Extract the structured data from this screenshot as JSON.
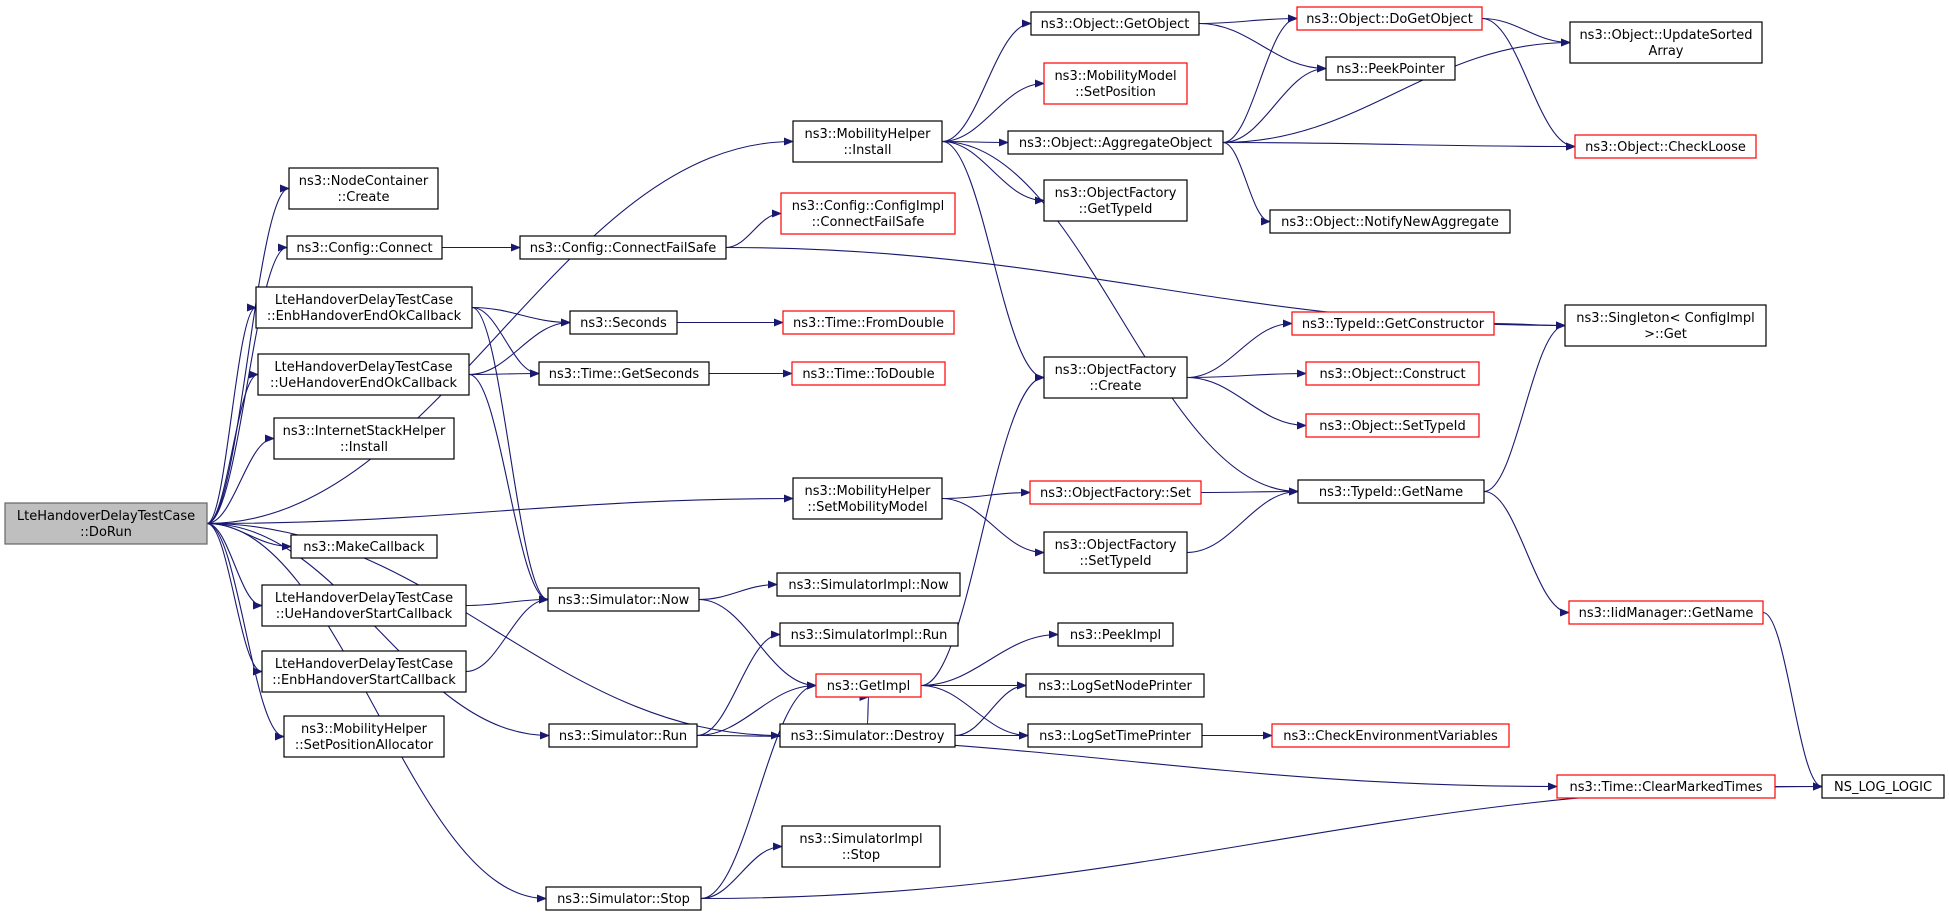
{
  "colors": {
    "edge": "#191970",
    "box_border": "#000000",
    "undocumented_border": "#ff0000",
    "root_fill": "#bfbfbf",
    "root_border": "#666666",
    "background": "#ffffff"
  },
  "nodes": [
    {
      "id": "dorun",
      "lines": [
        "LteHandoverDelayTestCase",
        "::DoRun"
      ],
      "style": "root"
    },
    {
      "id": "mh_install",
      "lines": [
        "ns3::MobilityHelper",
        "::Install"
      ],
      "style": "normal"
    },
    {
      "id": "nc_create",
      "lines": [
        "ns3::NodeContainer",
        "::Create"
      ],
      "style": "normal"
    },
    {
      "id": "cfg_connect",
      "lines": [
        "ns3::Config::Connect"
      ],
      "style": "normal"
    },
    {
      "id": "enb_ok",
      "lines": [
        "LteHandoverDelayTestCase",
        "::EnbHandoverEndOkCallback"
      ],
      "style": "normal"
    },
    {
      "id": "ue_ok",
      "lines": [
        "LteHandoverDelayTestCase",
        "::UeHandoverEndOkCallback"
      ],
      "style": "normal"
    },
    {
      "id": "ish_install",
      "lines": [
        "ns3::InternetStackHelper",
        "::Install"
      ],
      "style": "normal"
    },
    {
      "id": "mh_setmob",
      "lines": [
        "ns3::MobilityHelper",
        "::SetMobilityModel"
      ],
      "style": "normal"
    },
    {
      "id": "makecb",
      "lines": [
        "ns3::MakeCallback"
      ],
      "style": "normal"
    },
    {
      "id": "ue_start",
      "lines": [
        "LteHandoverDelayTestCase",
        "::UeHandoverStartCallback"
      ],
      "style": "normal"
    },
    {
      "id": "enb_start",
      "lines": [
        "LteHandoverDelayTestCase",
        "::EnbHandoverStartCallback"
      ],
      "style": "normal"
    },
    {
      "id": "mh_setpos",
      "lines": [
        "ns3::MobilityHelper",
        "::SetPositionAllocator"
      ],
      "style": "normal"
    },
    {
      "id": "sim_run",
      "lines": [
        "ns3::Simulator::Run"
      ],
      "style": "normal"
    },
    {
      "id": "sim_destroy",
      "lines": [
        "ns3::Simulator::Destroy"
      ],
      "style": "normal"
    },
    {
      "id": "sim_stop",
      "lines": [
        "ns3::Simulator::Stop"
      ],
      "style": "normal"
    },
    {
      "id": "obj_getobject",
      "lines": [
        "ns3::Object::GetObject"
      ],
      "style": "normal"
    },
    {
      "id": "mm_setpos",
      "lines": [
        "ns3::MobilityModel",
        "::SetPosition"
      ],
      "style": "undocumented"
    },
    {
      "id": "obj_aggregate",
      "lines": [
        "ns3::Object::AggregateObject"
      ],
      "style": "normal"
    },
    {
      "id": "of_gettypeid",
      "lines": [
        "ns3::ObjectFactory",
        "::GetTypeId"
      ],
      "style": "normal"
    },
    {
      "id": "cfg_impl_cfs",
      "lines": [
        "ns3::Config::ConfigImpl",
        "::ConnectFailSafe"
      ],
      "style": "undocumented"
    },
    {
      "id": "cfg_cfs",
      "lines": [
        "ns3::Config::ConnectFailSafe"
      ],
      "style": "normal"
    },
    {
      "id": "seconds",
      "lines": [
        "ns3::Seconds"
      ],
      "style": "normal"
    },
    {
      "id": "time_getseconds",
      "lines": [
        "ns3::Time::GetSeconds"
      ],
      "style": "normal"
    },
    {
      "id": "time_fromdouble",
      "lines": [
        "ns3::Time::FromDouble"
      ],
      "style": "undocumented"
    },
    {
      "id": "time_todouble",
      "lines": [
        "ns3::Time::ToDouble"
      ],
      "style": "undocumented"
    },
    {
      "id": "sim_now",
      "lines": [
        "ns3::Simulator::Now"
      ],
      "style": "normal"
    },
    {
      "id": "simimpl_now",
      "lines": [
        "ns3::SimulatorImpl::Now"
      ],
      "style": "normal"
    },
    {
      "id": "simimpl_run",
      "lines": [
        "ns3::SimulatorImpl::Run"
      ],
      "style": "normal"
    },
    {
      "id": "getimpl",
      "lines": [
        "ns3::GetImpl"
      ],
      "style": "undocumented"
    },
    {
      "id": "simimpl_stop",
      "lines": [
        "ns3::SimulatorImpl",
        "::Stop"
      ],
      "style": "normal"
    },
    {
      "id": "of_create",
      "lines": [
        "ns3::ObjectFactory",
        "::Create"
      ],
      "style": "normal"
    },
    {
      "id": "of_set",
      "lines": [
        "ns3::ObjectFactory::Set"
      ],
      "style": "undocumented"
    },
    {
      "id": "of_settypeid",
      "lines": [
        "ns3::ObjectFactory",
        "::SetTypeId"
      ],
      "style": "normal"
    },
    {
      "id": "peekimpl",
      "lines": [
        "ns3::PeekImpl"
      ],
      "style": "normal"
    },
    {
      "id": "logsetnode",
      "lines": [
        "ns3::LogSetNodePrinter"
      ],
      "style": "normal"
    },
    {
      "id": "logsettime",
      "lines": [
        "ns3::LogSetTimePrinter"
      ],
      "style": "normal"
    },
    {
      "id": "obj_dogetobject",
      "lines": [
        "ns3::Object::DoGetObject"
      ],
      "style": "undocumented"
    },
    {
      "id": "peekpointer",
      "lines": [
        "ns3::PeekPointer"
      ],
      "style": "normal"
    },
    {
      "id": "obj_notify",
      "lines": [
        "ns3::Object::NotifyNewAggregate"
      ],
      "style": "normal"
    },
    {
      "id": "tid_getctor",
      "lines": [
        "ns3::TypeId::GetConstructor"
      ],
      "style": "undocumented"
    },
    {
      "id": "obj_construct",
      "lines": [
        "ns3::Object::Construct"
      ],
      "style": "undocumented"
    },
    {
      "id": "obj_settypeid",
      "lines": [
        "ns3::Object::SetTypeId"
      ],
      "style": "undocumented"
    },
    {
      "id": "tid_getname",
      "lines": [
        "ns3::TypeId::GetName"
      ],
      "style": "normal"
    },
    {
      "id": "check_env",
      "lines": [
        "ns3::CheckEnvironmentVariables"
      ],
      "style": "undocumented"
    },
    {
      "id": "obj_updatesorted",
      "lines": [
        "ns3::Object::UpdateSorted",
        "Array"
      ],
      "style": "normal"
    },
    {
      "id": "obj_checkloose",
      "lines": [
        "ns3::Object::CheckLoose"
      ],
      "style": "undocumented"
    },
    {
      "id": "singleton_get",
      "lines": [
        "ns3::Singleton< ConfigImpl",
        " >::Get"
      ],
      "style": "normal"
    },
    {
      "id": "iid_getname",
      "lines": [
        "ns3::IidManager::GetName"
      ],
      "style": "undocumented"
    },
    {
      "id": "time_clearmarked",
      "lines": [
        "ns3::Time::ClearMarkedTimes"
      ],
      "style": "undocumented"
    },
    {
      "id": "ns_log_logic",
      "lines": [
        "NS_LOG_LOGIC"
      ],
      "style": "normal"
    }
  ],
  "edges": [
    [
      "dorun",
      "mh_install"
    ],
    [
      "dorun",
      "nc_create"
    ],
    [
      "dorun",
      "cfg_connect"
    ],
    [
      "dorun",
      "enb_ok"
    ],
    [
      "dorun",
      "ue_ok"
    ],
    [
      "dorun",
      "ish_install"
    ],
    [
      "dorun",
      "mh_setmob"
    ],
    [
      "dorun",
      "makecb"
    ],
    [
      "dorun",
      "ue_start"
    ],
    [
      "dorun",
      "enb_start"
    ],
    [
      "dorun",
      "mh_setpos"
    ],
    [
      "dorun",
      "sim_run"
    ],
    [
      "dorun",
      "sim_destroy"
    ],
    [
      "dorun",
      "sim_stop"
    ],
    [
      "mh_install",
      "obj_getobject"
    ],
    [
      "mh_install",
      "mm_setpos"
    ],
    [
      "mh_install",
      "obj_aggregate"
    ],
    [
      "mh_install",
      "of_gettypeid"
    ],
    [
      "mh_install",
      "of_create"
    ],
    [
      "mh_install",
      "tid_getname"
    ],
    [
      "cfg_connect",
      "cfg_cfs"
    ],
    [
      "cfg_cfs",
      "cfg_impl_cfs"
    ],
    [
      "cfg_cfs",
      "singleton_get"
    ],
    [
      "enb_ok",
      "seconds"
    ],
    [
      "enb_ok",
      "time_getseconds"
    ],
    [
      "enb_ok",
      "sim_now"
    ],
    [
      "ue_ok",
      "seconds"
    ],
    [
      "ue_ok",
      "time_getseconds"
    ],
    [
      "ue_ok",
      "sim_now"
    ],
    [
      "seconds",
      "time_fromdouble"
    ],
    [
      "time_getseconds",
      "time_todouble"
    ],
    [
      "mh_setmob",
      "of_set"
    ],
    [
      "mh_setmob",
      "of_settypeid"
    ],
    [
      "ue_start",
      "sim_now"
    ],
    [
      "enb_start",
      "sim_now"
    ],
    [
      "sim_now",
      "simimpl_now"
    ],
    [
      "sim_now",
      "getimpl"
    ],
    [
      "sim_run",
      "simimpl_run"
    ],
    [
      "sim_run",
      "getimpl"
    ],
    [
      "sim_run",
      "time_clearmarked"
    ],
    [
      "sim_destroy",
      "getimpl"
    ],
    [
      "sim_destroy",
      "logsetnode"
    ],
    [
      "sim_destroy",
      "logsettime"
    ],
    [
      "sim_stop",
      "getimpl"
    ],
    [
      "sim_stop",
      "simimpl_stop"
    ],
    [
      "sim_stop",
      "ns_log_logic"
    ],
    [
      "getimpl",
      "of_create"
    ],
    [
      "getimpl",
      "peekimpl"
    ],
    [
      "getimpl",
      "logsetnode"
    ],
    [
      "getimpl",
      "logsettime"
    ],
    [
      "of_create",
      "tid_getctor"
    ],
    [
      "of_create",
      "obj_construct"
    ],
    [
      "of_create",
      "obj_settypeid"
    ],
    [
      "of_set",
      "tid_getname"
    ],
    [
      "of_settypeid",
      "tid_getname"
    ],
    [
      "obj_getobject",
      "obj_dogetobject"
    ],
    [
      "obj_getobject",
      "peekpointer"
    ],
    [
      "obj_aggregate",
      "obj_dogetobject"
    ],
    [
      "obj_aggregate",
      "peekpointer"
    ],
    [
      "obj_aggregate",
      "obj_updatesorted"
    ],
    [
      "obj_aggregate",
      "obj_checkloose"
    ],
    [
      "obj_aggregate",
      "obj_notify"
    ],
    [
      "obj_dogetobject",
      "obj_updatesorted"
    ],
    [
      "obj_dogetobject",
      "obj_checkloose"
    ],
    [
      "tid_getctor",
      "singleton_get"
    ],
    [
      "tid_getname",
      "singleton_get"
    ],
    [
      "tid_getname",
      "iid_getname"
    ],
    [
      "iid_getname",
      "ns_log_logic"
    ],
    [
      "logsettime",
      "check_env"
    ],
    [
      "time_clearmarked",
      "ns_log_logic"
    ]
  ]
}
